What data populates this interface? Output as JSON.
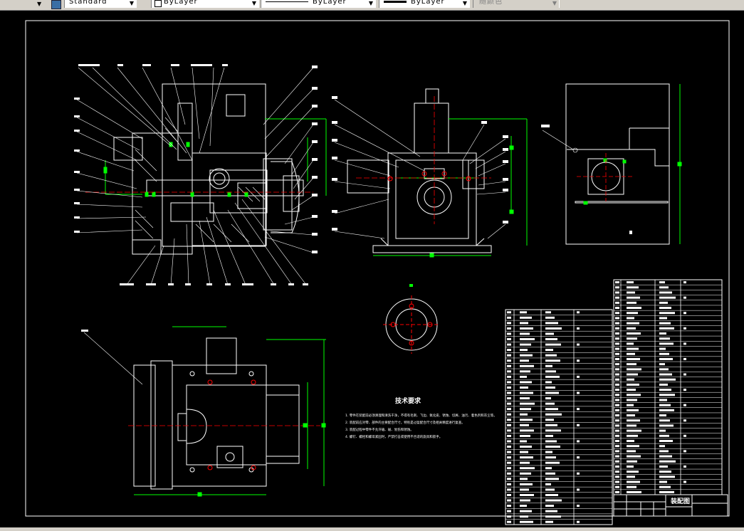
{
  "toolbar": {
    "text_style": "Standard",
    "layer_color": "ByLayer",
    "linetype": "ByLayer",
    "lineweight": "ByLayer",
    "plot_style": "随颜色"
  },
  "drawing": {
    "tech_title": "技术要求",
    "tech_notes": [
      "1. 零件在装配前必须清理和清洗干净，不得有毛刺、飞边、氧化皮、锈蚀、切屑、油污、着色剂和灰尘等。",
      "2. 装配前应对零、部件的主要配合尺寸，特别是过盈配合尺寸及相关精度进行复查。",
      "3. 装配过程中零件不允许磕、碰、划伤和锈蚀。",
      "4. 螺钉、螺栓和螺母紧固时，严禁打击或使用不合适的旋具和扳手。"
    ],
    "title_block_label": "装配图"
  },
  "colors": {
    "background": "#000000",
    "line": "#ffffff",
    "dimension": "#00ff00",
    "centerline": "#ff0000"
  }
}
